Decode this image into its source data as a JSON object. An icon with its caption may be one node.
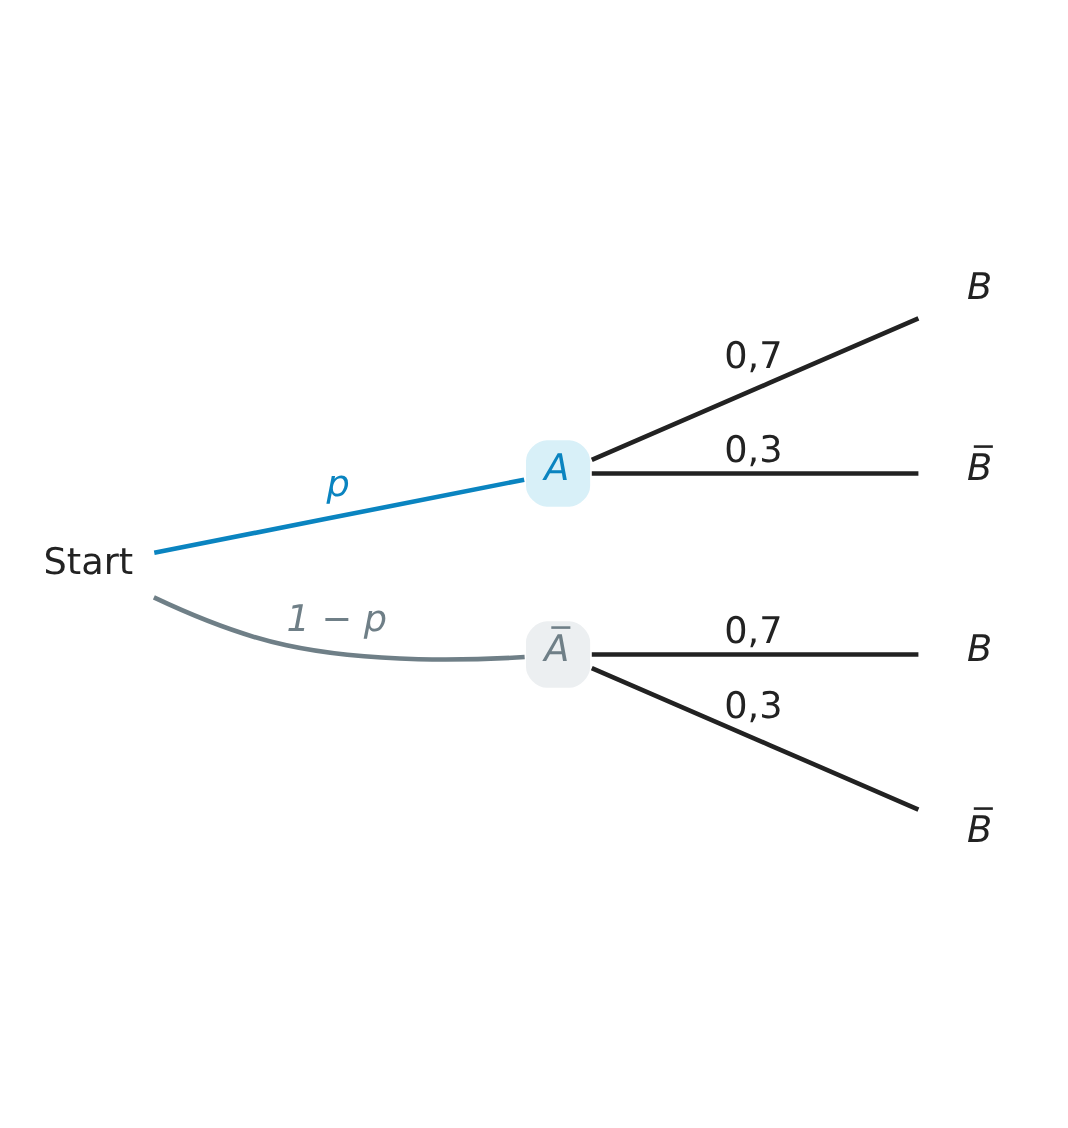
{
  "diagram": {
    "nodes": [
      {
        "text": [
          "Start"
        ]
      },
      {
        "text": [
          "A"
        ]
      },
      {
        "text": [
          "B"
        ]
      },
      {
        "text": [
          "B̅"
        ]
      },
      {
        "text": [
          "A̅"
        ]
      },
      {
        "text": [
          "B"
        ]
      },
      {
        "text": [
          "B̅"
        ]
      }
    ],
    "edges": [
      {
        "from": 0,
        "to": 1,
        "arrow": "none",
        "label": "p",
        "color": "#0a84c0"
      },
      {
        "from": 1,
        "to": 2,
        "arrow": "none",
        "label": "0,7"
      },
      {
        "from": 1,
        "to": 3,
        "arrow": "none",
        "label": "0,3"
      },
      {
        "from": 0,
        "to": 4,
        "arrow": "none",
        "label": "1 − p",
        "color": "#6f7f87"
      },
      {
        "from": 4,
        "to": 5,
        "arrow": "none",
        "label": "0,7"
      },
      {
        "from": 4,
        "to": 6,
        "arrow": "none",
        "label": "0,3"
      }
    ]
  }
}
